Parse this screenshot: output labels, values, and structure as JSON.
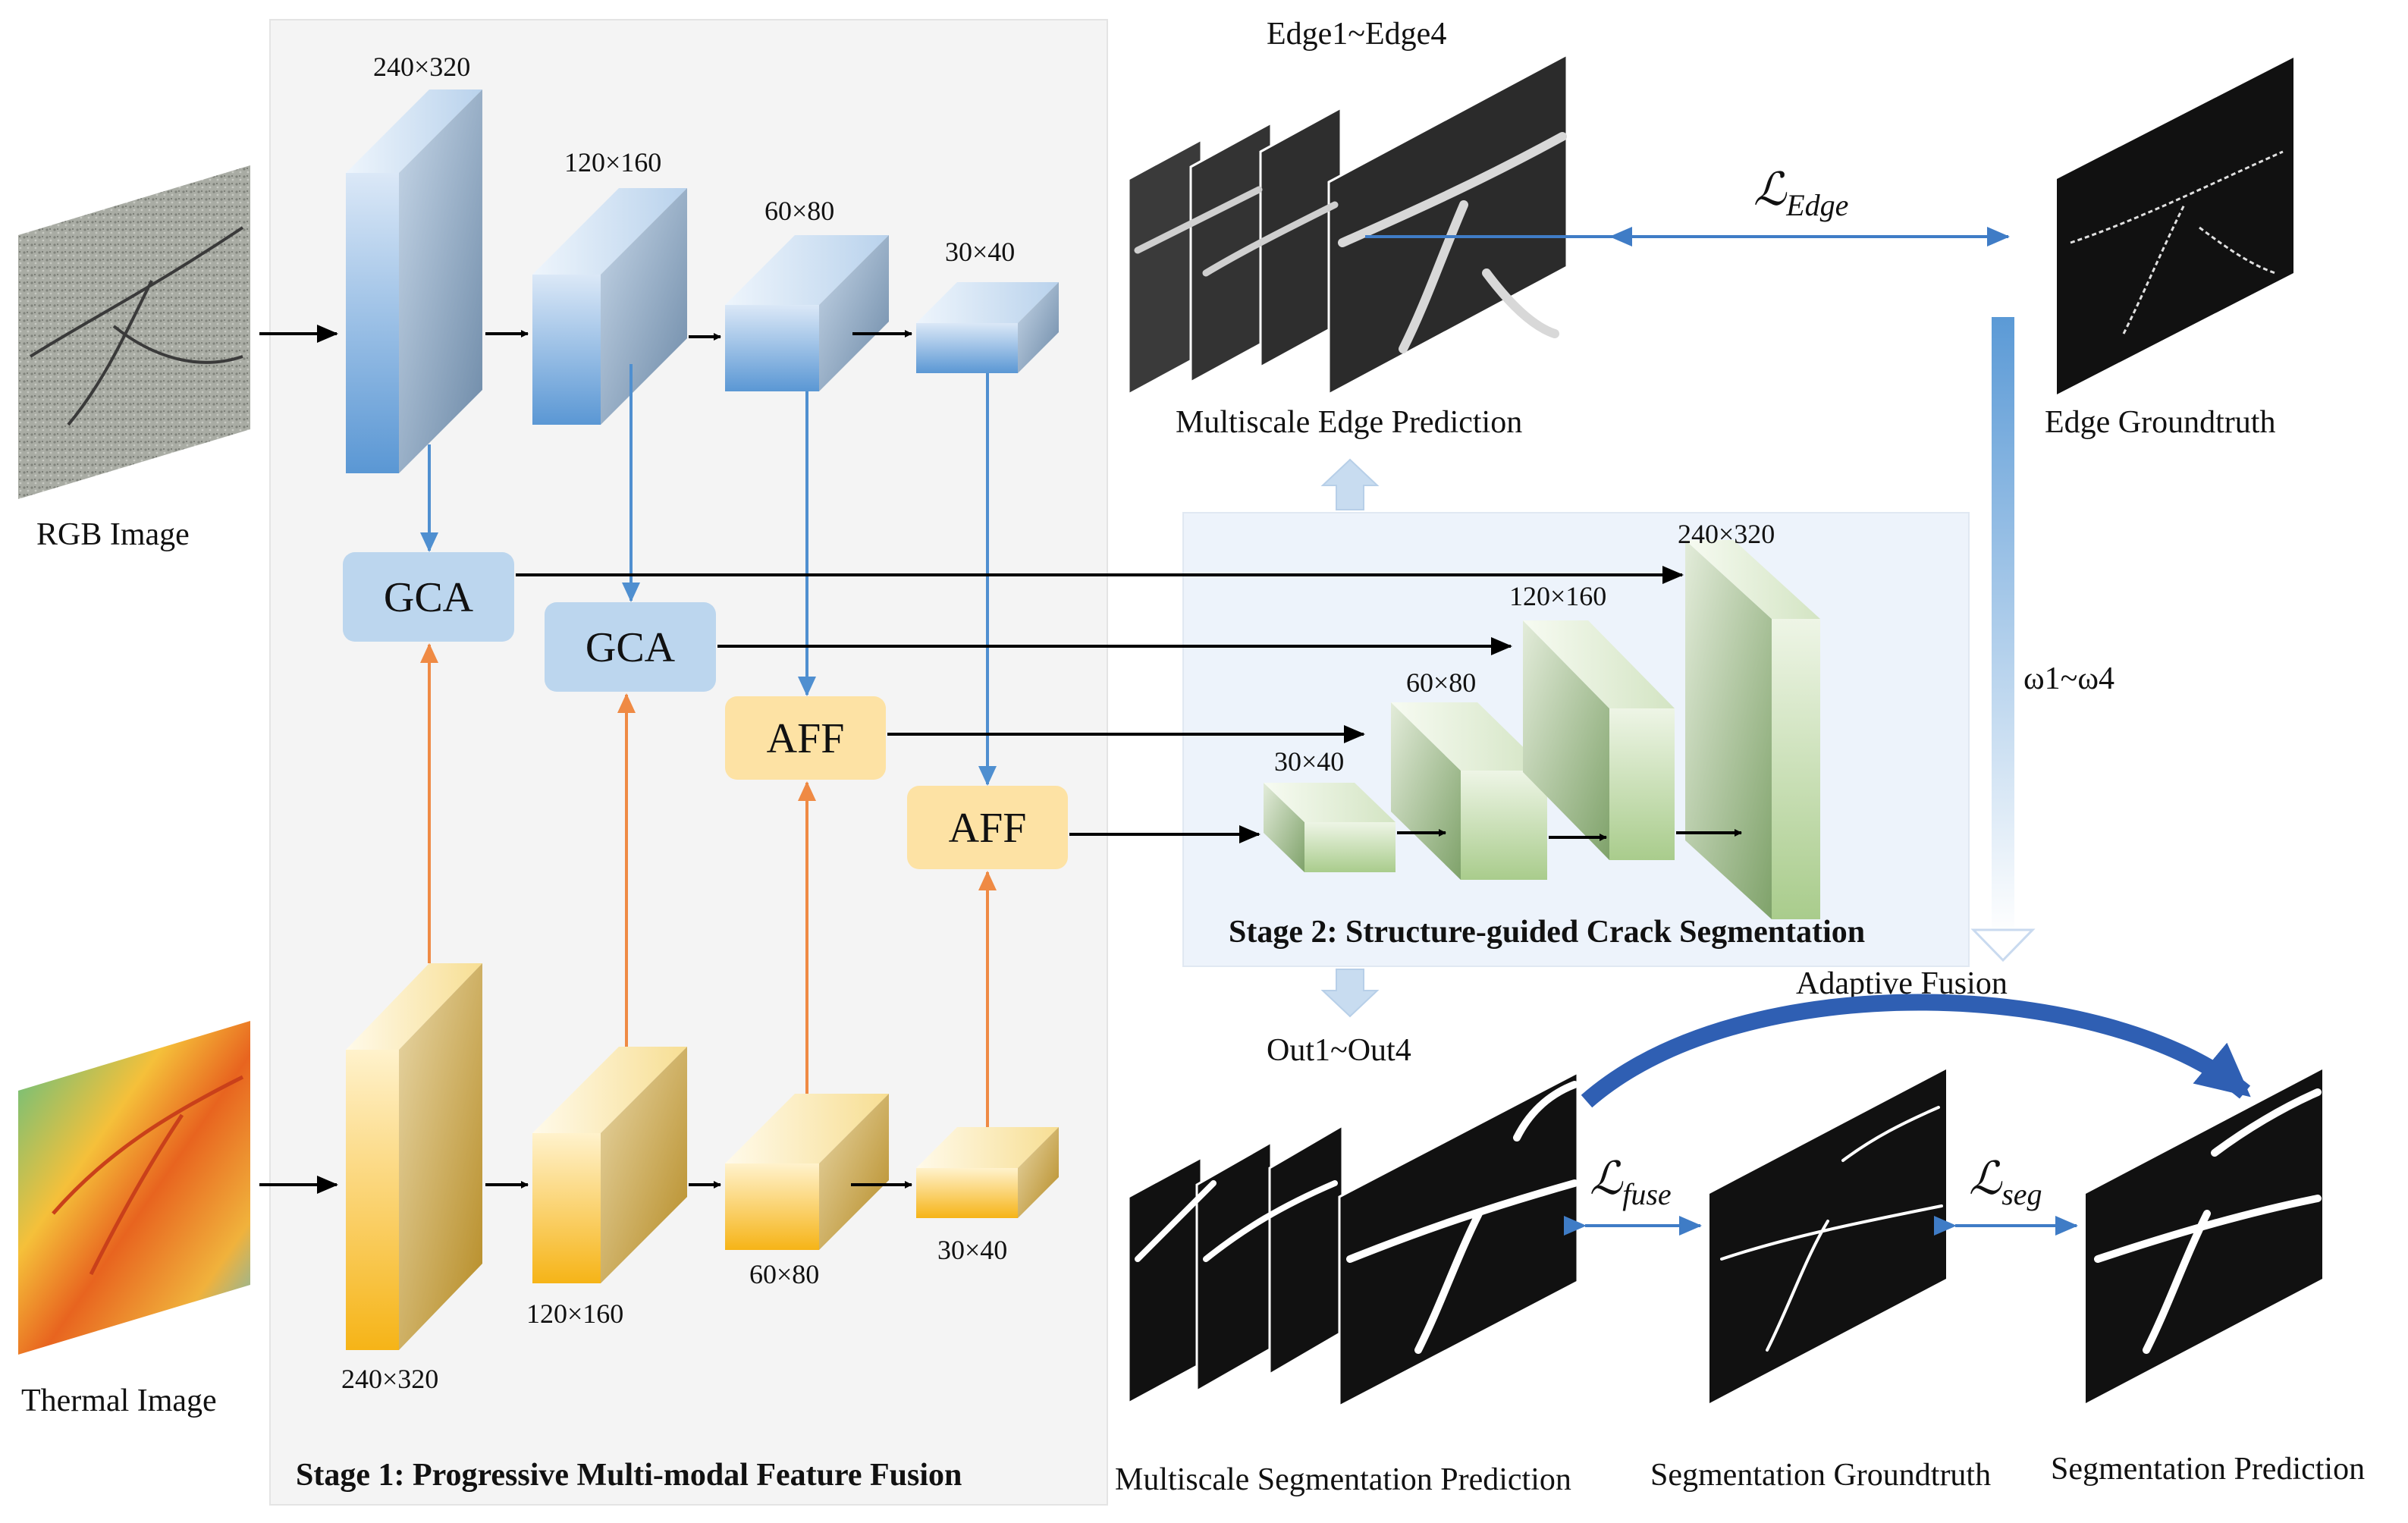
{
  "inputs": {
    "rgb_label": "RGB Image",
    "thermal_label": "Thermal Image"
  },
  "stage1": {
    "title": "Stage 1: Progressive Multi-modal Feature Fusion",
    "rgb_dims": [
      "240×320",
      "120×160",
      "60×80",
      "30×40"
    ],
    "thermal_dims": [
      "240×320",
      "120×160",
      "60×80",
      "30×40"
    ],
    "modules": [
      "GCA",
      "GCA",
      "AFF",
      "AFF"
    ]
  },
  "stage2": {
    "title": "Stage 2: Structure-guided Crack Segmentation",
    "decoder_dims": [
      "30×40",
      "60×80",
      "120×160",
      "240×320"
    ]
  },
  "edge": {
    "stack_label": "Edge1~Edge4",
    "prediction_label": "Multiscale Edge Prediction",
    "groundtruth_label": "Edge Groundtruth",
    "loss_main": "ℒ",
    "loss_sub": "Edge"
  },
  "fusion": {
    "weights_label": "ω1~ω4",
    "label": "Adaptive Fusion"
  },
  "segmentation": {
    "stack_label": "Out1~Out4",
    "prediction_multiscale_label": "Multiscale Segmentation Prediction",
    "groundtruth_label": "Segmentation Groundtruth",
    "prediction_label": "Segmentation Prediction",
    "loss_fuse_main": "ℒ",
    "loss_fuse_sub": "fuse",
    "loss_seg_main": "ℒ",
    "loss_seg_sub": "seg"
  },
  "colors": {
    "rgb_block": "#6fa3d8",
    "thermal_block": "#f2bd2c",
    "decoder_block": "#9dbf86",
    "gca_box": "#bcd6ee",
    "aff_box": "#fde2a4",
    "blue_arrow": "#4f8fd0",
    "orange_arrow": "#ef8a44"
  }
}
